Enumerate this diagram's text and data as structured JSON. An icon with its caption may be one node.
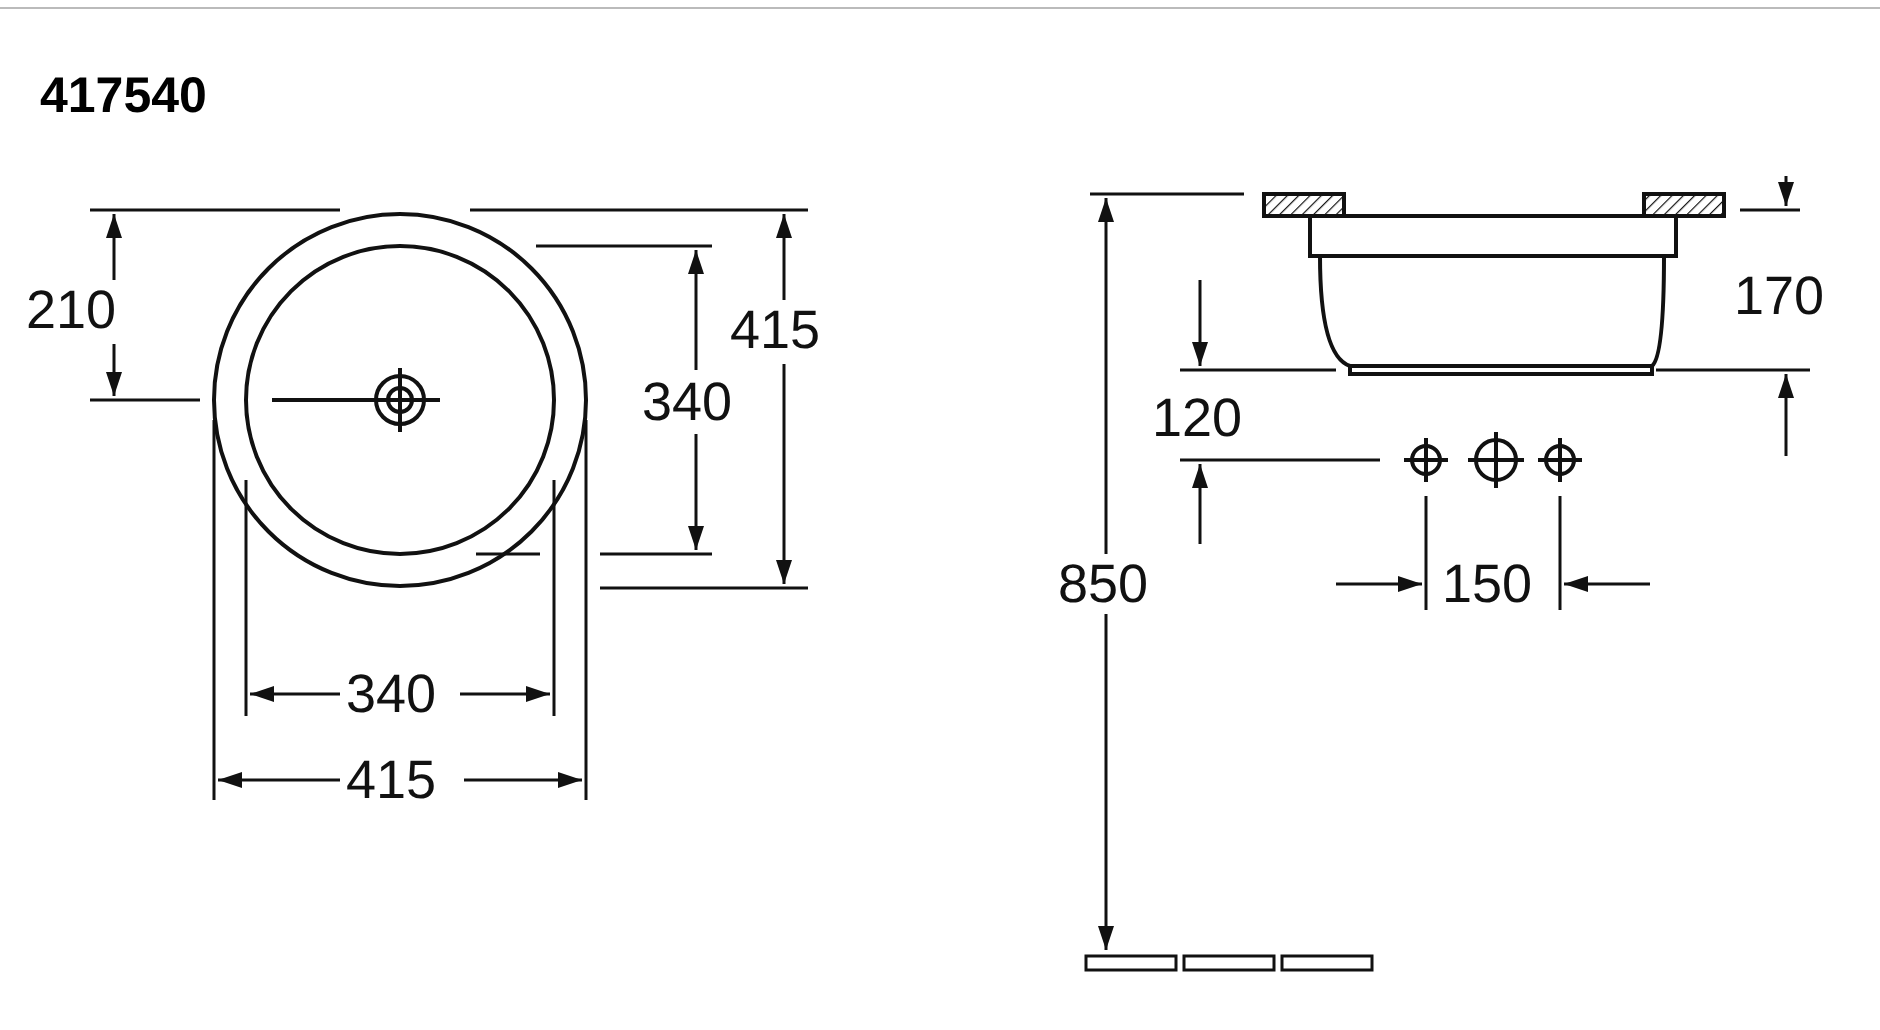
{
  "diagram": {
    "title": "417540",
    "labels": [
      "210",
      "415",
      "340",
      "340",
      "415",
      "170",
      "120",
      "150",
      "850"
    ]
  }
}
